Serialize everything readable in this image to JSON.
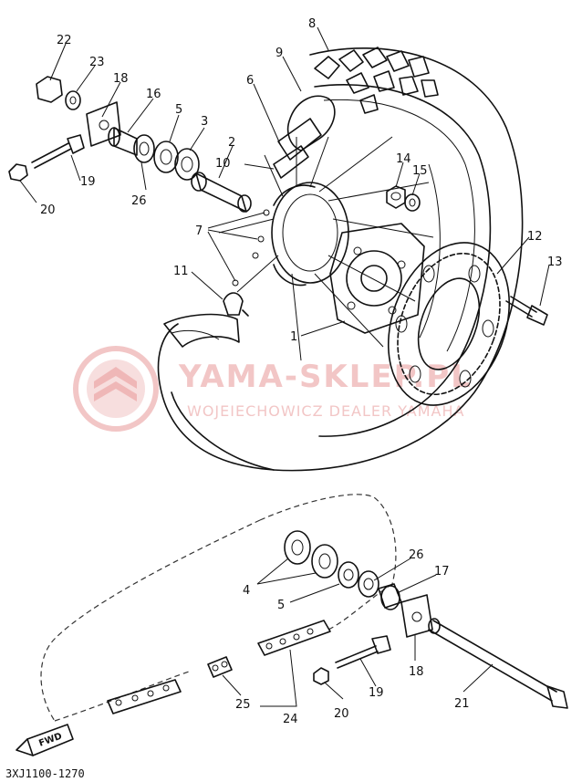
{
  "diagram": {
    "callouts": [
      {
        "id": "c1",
        "label": "1"
      },
      {
        "id": "c2",
        "label": "2"
      },
      {
        "id": "c3",
        "label": "3"
      },
      {
        "id": "c4",
        "label": "4"
      },
      {
        "id": "c5a",
        "label": "5"
      },
      {
        "id": "c5b",
        "label": "5"
      },
      {
        "id": "c6",
        "label": "6"
      },
      {
        "id": "c7",
        "label": "7"
      },
      {
        "id": "c8",
        "label": "8"
      },
      {
        "id": "c9",
        "label": "9"
      },
      {
        "id": "c10",
        "label": "10"
      },
      {
        "id": "c11",
        "label": "11"
      },
      {
        "id": "c12",
        "label": "12"
      },
      {
        "id": "c13",
        "label": "13"
      },
      {
        "id": "c14",
        "label": "14"
      },
      {
        "id": "c15",
        "label": "15"
      },
      {
        "id": "c16",
        "label": "16"
      },
      {
        "id": "c17",
        "label": "17"
      },
      {
        "id": "c18a",
        "label": "18"
      },
      {
        "id": "c18b",
        "label": "18"
      },
      {
        "id": "c19a",
        "label": "19"
      },
      {
        "id": "c19b",
        "label": "19"
      },
      {
        "id": "c20a",
        "label": "20"
      },
      {
        "id": "c20b",
        "label": "20"
      },
      {
        "id": "c21",
        "label": "21"
      },
      {
        "id": "c22",
        "label": "22"
      },
      {
        "id": "c23",
        "label": "23"
      },
      {
        "id": "c24",
        "label": "24"
      },
      {
        "id": "c25",
        "label": "25"
      },
      {
        "id": "c26a",
        "label": "26"
      },
      {
        "id": "c26b",
        "label": "26"
      }
    ],
    "fwd_label": "FWD",
    "drawing_code": "3XJ1100-1270"
  },
  "watermark": {
    "line1": "YAMA-SKLEP.PL",
    "line2": "WOJEIECHOWICZ DEALER YAMAHA"
  },
  "colors": {
    "ink": "#111111",
    "watermark": "#f2c6c6",
    "background": "#ffffff"
  }
}
